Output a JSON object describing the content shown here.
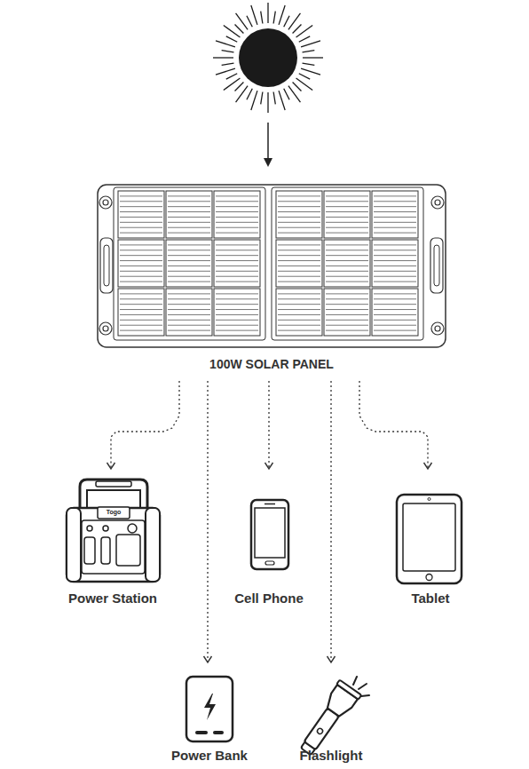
{
  "diagram": {
    "nodes": [
      {
        "text": [
          "100W SOLAR PANEL"
        ]
      },
      {
        "text": [
          "Power Station"
        ]
      },
      {
        "text": [
          "Cell Phone"
        ]
      },
      {
        "text": [
          "Tablet"
        ]
      },
      {
        "text": [
          "Power Bank"
        ]
      },
      {
        "text": [
          "Flashlight"
        ]
      }
    ],
    "edges": [
      {
        "from": 0,
        "to": 1,
        "arrow": "to"
      },
      {
        "from": 0,
        "to": 2,
        "arrow": "to"
      },
      {
        "from": 0,
        "to": 3,
        "arrow": "to"
      },
      {
        "from": 0,
        "to": 4,
        "arrow": "to"
      },
      {
        "from": 0,
        "to": 5,
        "arrow": "to"
      }
    ],
    "labels": [
      "Togo"
    ]
  }
}
